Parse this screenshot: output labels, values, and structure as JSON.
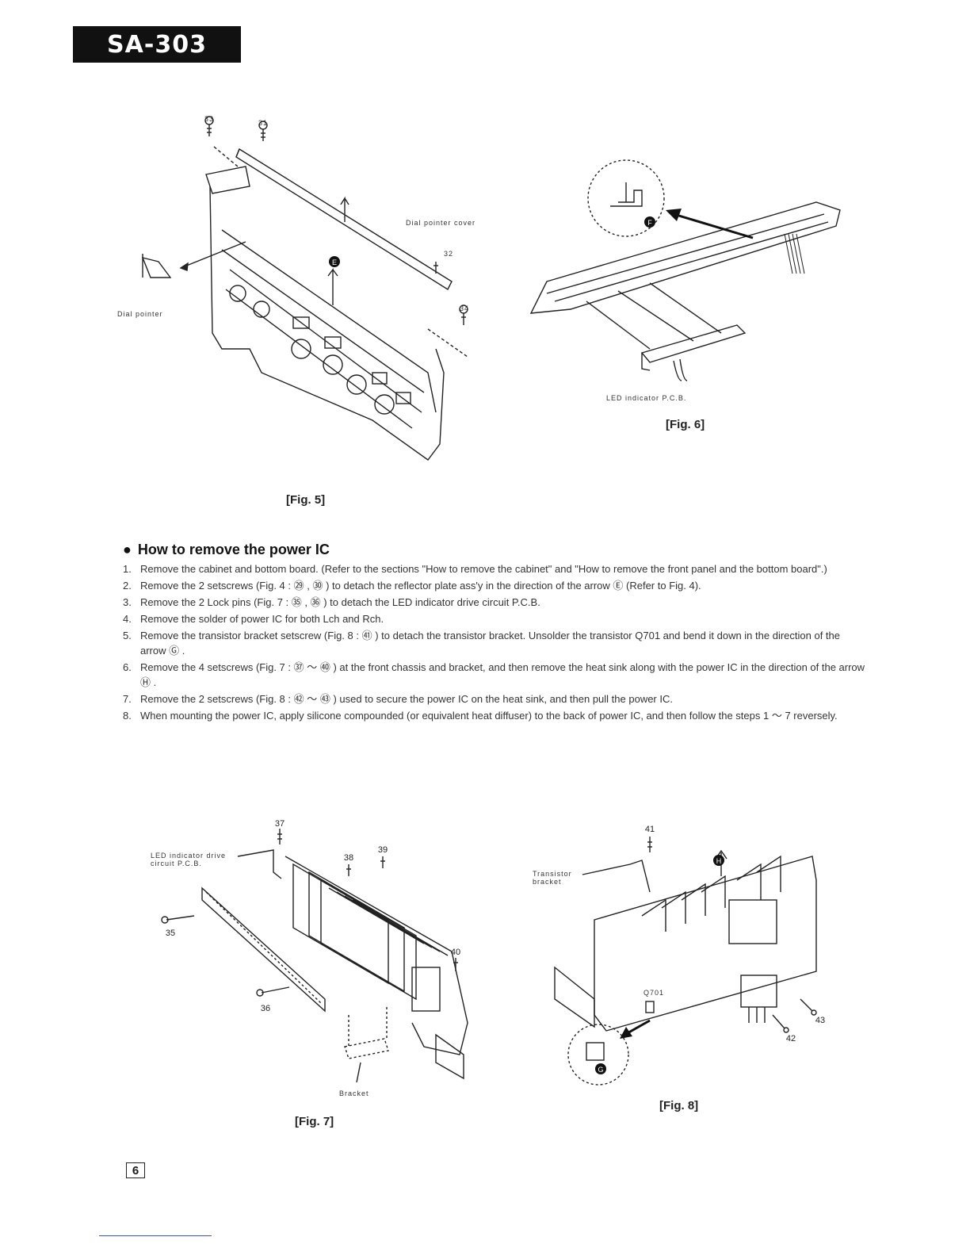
{
  "header": {
    "model": "SA-303"
  },
  "figures": {
    "fig5": {
      "caption": "[Fig. 5]",
      "labels": {
        "dial_pointer_cover": "Dial pointer cover",
        "dial_pointer": "Dial pointer"
      },
      "screws": [
        "33",
        "31",
        "32",
        "34"
      ],
      "arrow_letter": "E"
    },
    "fig6": {
      "caption": "[Fig. 6]",
      "labels": {
        "led_pcb": "LED indicator P.C.B."
      },
      "arrow_letter": "F"
    },
    "fig7": {
      "caption": "[Fig. 7]",
      "labels": {
        "led_drive": "LED indicator drive circuit P.C.B.",
        "bracket": "Bracket"
      },
      "screws": [
        "37",
        "38",
        "39",
        "35",
        "36",
        "40"
      ]
    },
    "fig8": {
      "caption": "[Fig. 8]",
      "labels": {
        "transistor_bracket": "Transistor bracket",
        "q701": "Q701"
      },
      "screws": [
        "41",
        "42",
        "43"
      ],
      "arrow_letters": [
        "H",
        "G"
      ]
    }
  },
  "section": {
    "bullet": "●",
    "title": "How to remove the power IC",
    "steps": [
      {
        "num": "1.",
        "text": "Remove the cabinet and bottom board. (Refer to the sections \"How to remove the cabinet\" and \"How to remove the front panel and the bottom board\".)"
      },
      {
        "num": "2.",
        "text": "Remove the 2 setscrews (Fig. 4 : ㉙ , ㉚ ) to detach the reflector plate ass'y in the direction of the arrow Ⓔ (Refer to Fig. 4)."
      },
      {
        "num": "3.",
        "text": "Remove the 2 Lock pins (Fig. 7 : ㉟ , ㊱ ) to detach the LED indicator drive circuit P.C.B."
      },
      {
        "num": "4.",
        "text": "Remove the solder of power IC for both Lch and Rch."
      },
      {
        "num": "5.",
        "text": "Remove the transistor bracket setscrew (Fig. 8 : ㊶ ) to detach the transistor bracket. Unsolder the transistor Q701 and bend it down in the direction of the arrow Ⓖ ."
      },
      {
        "num": "6.",
        "text": "Remove the 4 setscrews (Fig. 7 : ㊲ ～ ㊵ ) at the front chassis and bracket, and then remove the heat sink along with the power IC in the direction of the arrow Ⓗ ."
      },
      {
        "num": "7.",
        "text": "Remove the 2 setscrews (Fig. 8 : ㊷ ～ ㊸ ) used to secure the power IC on the heat sink, and then pull the power IC."
      },
      {
        "num": "8.",
        "text": "When mounting the power IC, apply silicone compounded (or equivalent heat diffuser) to the back of power IC, and then follow the steps 1 ～ 7 reversely."
      }
    ]
  },
  "footer": {
    "page": "6"
  }
}
